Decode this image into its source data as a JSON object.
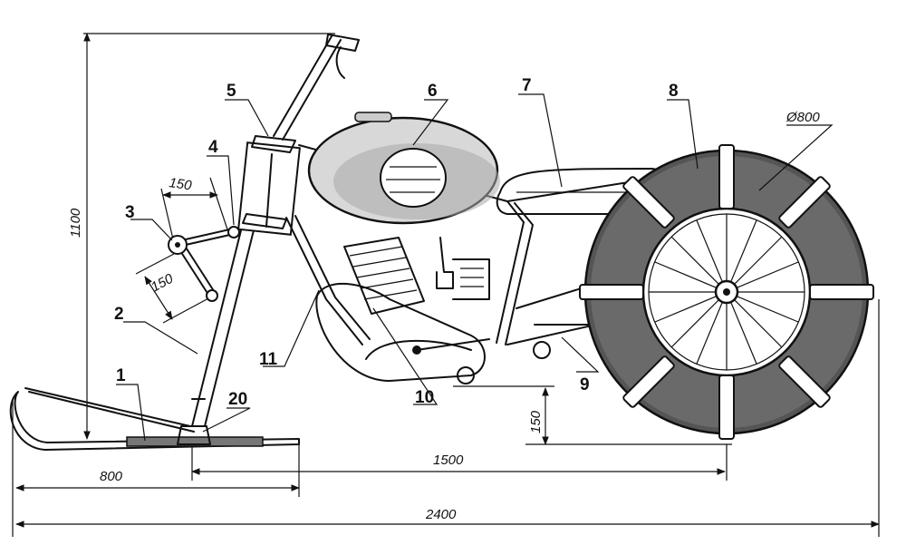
{
  "diagram": {
    "part_labels": {
      "p1": "1",
      "p2": "2",
      "p3": "3",
      "p4": "4",
      "p5": "5",
      "p6": "6",
      "p7": "7",
      "p8": "8",
      "p9": "9",
      "p10": "10",
      "p11": "11",
      "p20": "20"
    },
    "dimensions": {
      "overall_length": "2400",
      "ski_length": "800",
      "ski_to_wheel": "1500",
      "height": "1100",
      "ground_clearance": "150",
      "lever_upper": "150",
      "lever_lower": "150",
      "wheel_diameter": "Ø800"
    }
  }
}
